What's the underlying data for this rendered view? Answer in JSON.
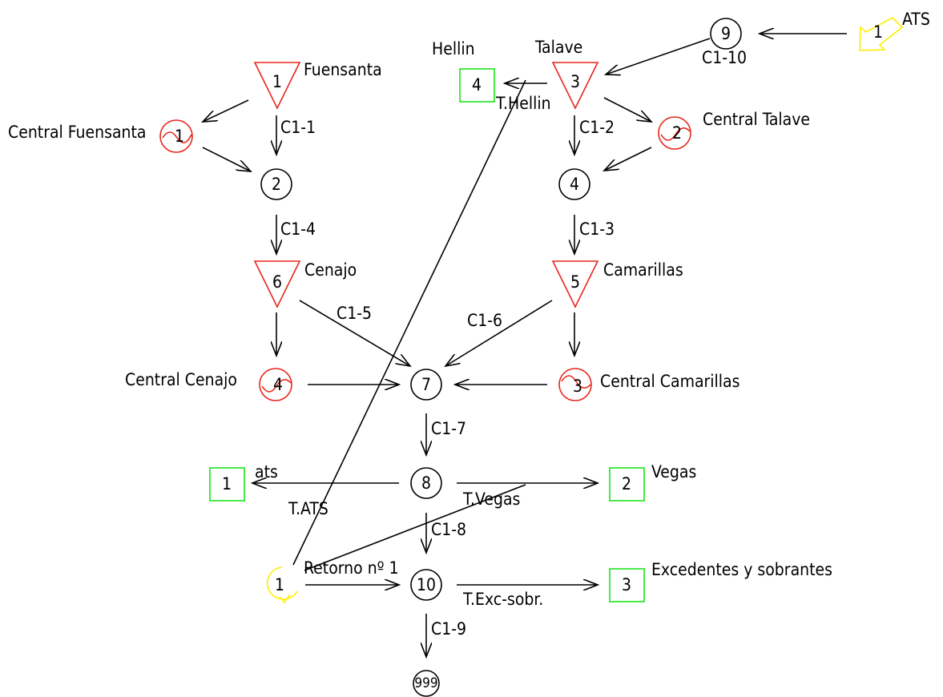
{
  "colors": {
    "reservoir": "#e8261c",
    "plant": "#e8261c",
    "demand": "#19e619",
    "inflow": "#ffee00",
    "line": "#000000"
  },
  "labels": {
    "ats_top": "ATS",
    "hellin": "Hellin",
    "talave": "Talave",
    "fuensanta": "Fuensanta",
    "central_fuensanta": "Central Fuensanta",
    "central_talave": "Central Talave",
    "cenajo": "Cenajo",
    "camarillas": "Camarillas",
    "central_cenajo": "Central Cenajo",
    "central_camarillas": "Central Camarillas",
    "ats": "ats",
    "vegas": "Vegas",
    "excedentes": "Excedentes y sobrantes",
    "retorno": "Retorno nº 1"
  },
  "edges": {
    "c1_1": "C1-1",
    "c1_2": "C1-2",
    "c1_3": "C1-3",
    "c1_4": "C1-4",
    "c1_5": "C1-5",
    "c1_6": "C1-6",
    "c1_7": "C1-7",
    "c1_8": "C1-8",
    "c1_9": "C1-9",
    "c1_10": "C1-10",
    "t_hellin": "T.Hellin",
    "t_ats": "T.ATS",
    "t_vegas": "T.Vegas",
    "t_exc": "T.Exc-sobr."
  },
  "nodes": {
    "n9": "9",
    "n2": "2",
    "n4": "4",
    "n7": "7",
    "n8": "8",
    "n10": "10",
    "n999": "999",
    "res_fuensanta": "1",
    "res_talave": "3",
    "res_cenajo": "6",
    "res_camarillas": "5",
    "plant_fuensanta": "1",
    "plant_talave": "2",
    "plant_cenajo": "4",
    "plant_camarillas": "3",
    "dem_ats": "1",
    "dem_vegas": "2",
    "dem_exc": "3",
    "dem_hellin": "4",
    "inflow_ats": "1",
    "return_1": "1"
  }
}
